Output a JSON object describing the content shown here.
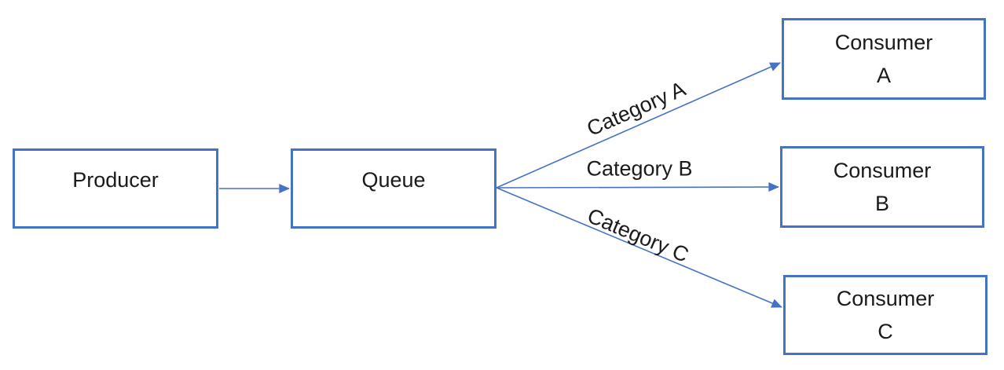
{
  "colors": {
    "box_border": "#4472C4",
    "arrow": "#4472C4",
    "text": "#1a1a1a",
    "background": "#ffffff"
  },
  "nodes": [
    {
      "id": "producer",
      "lines": [
        "Producer"
      ]
    },
    {
      "id": "queue",
      "lines": [
        "Queue"
      ]
    },
    {
      "id": "consumer-a",
      "lines": [
        "Consumer",
        "A"
      ]
    },
    {
      "id": "consumer-b",
      "lines": [
        "Consumer",
        "B"
      ]
    },
    {
      "id": "consumer-c",
      "lines": [
        "Consumer",
        "C"
      ]
    }
  ],
  "edges": [
    {
      "from": "Producer",
      "to": "Queue",
      "label": ""
    },
    {
      "from": "Queue",
      "to": "Consumer A",
      "label": "Category A"
    },
    {
      "from": "Queue",
      "to": "Consumer B",
      "label": "Category B"
    },
    {
      "from": "Queue",
      "to": "Consumer C",
      "label": "Category C"
    }
  ]
}
